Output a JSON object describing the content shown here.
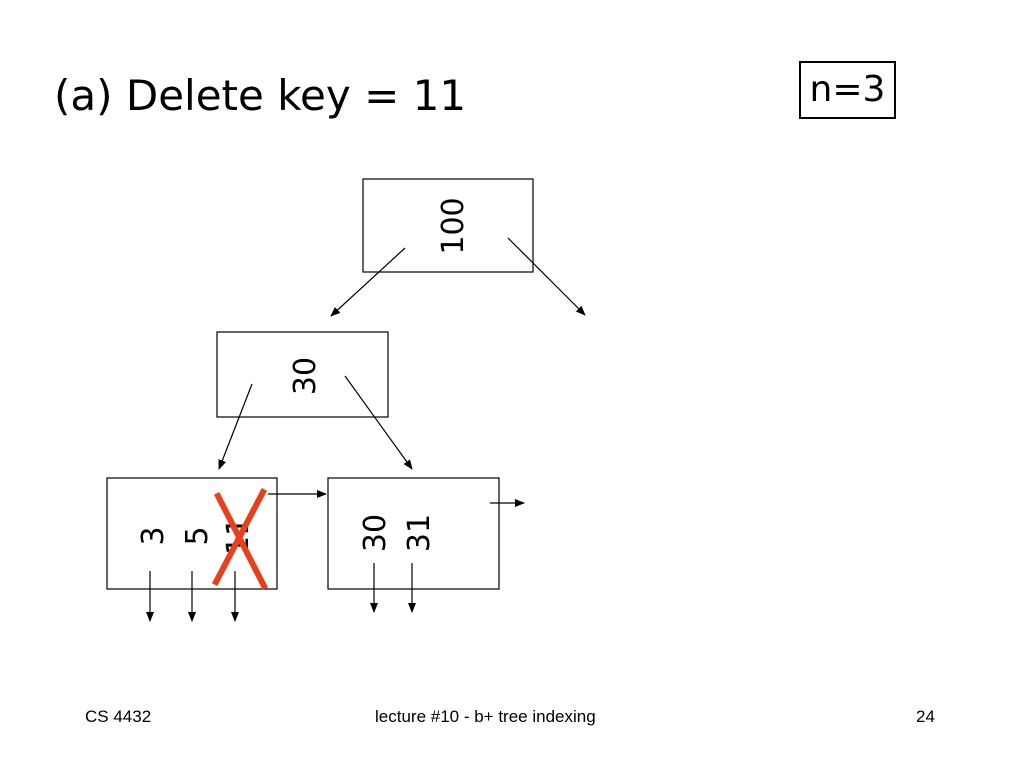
{
  "slide": {
    "title": "(a) Delete key = 11",
    "param": "n=3"
  },
  "tree": {
    "root": {
      "keys": [
        "100"
      ]
    },
    "internal": {
      "keys": [
        "30"
      ]
    },
    "leaf_left": {
      "keys": [
        "3",
        "5",
        "11"
      ],
      "deleted_key": "11"
    },
    "leaf_right": {
      "keys": [
        "30",
        "31"
      ]
    }
  },
  "colors": {
    "delete_mark": "#e8401c",
    "stroke": "#000000"
  },
  "footer": {
    "course": "CS 4432",
    "lecture": "lecture #10 -  b+ tree indexing",
    "page": "24"
  }
}
